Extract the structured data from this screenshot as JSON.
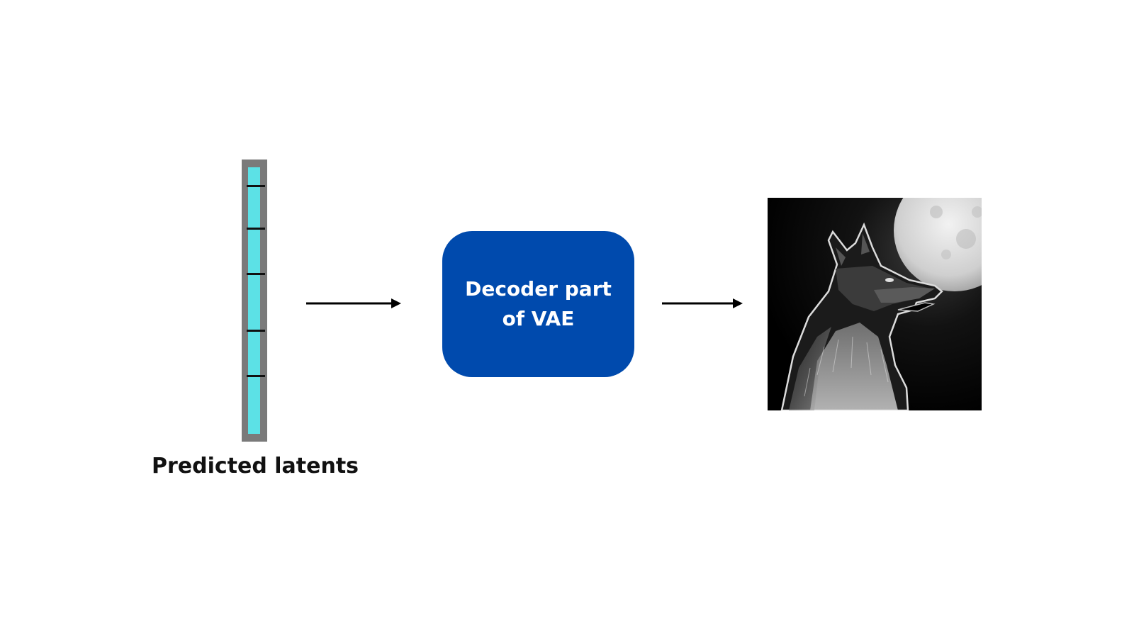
{
  "diagram": {
    "latent_label": "Predicted latents",
    "decoder_label": "Decoder part of VAE",
    "output_image_desc": "wolf-howing-at-moon-image"
  },
  "colors": {
    "latent_fill": "#5ce1e6",
    "latent_border": "#7a7a7a",
    "decoder_fill": "#004aad",
    "arrow": "#000000"
  }
}
